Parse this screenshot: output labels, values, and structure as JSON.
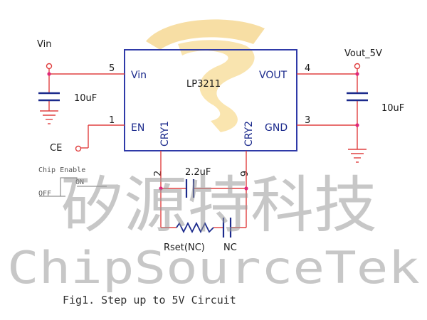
{
  "chip": {
    "name": "LP3211"
  },
  "pins": {
    "vin": {
      "num": "5",
      "name": "Vin"
    },
    "en": {
      "num": "1",
      "name": "EN"
    },
    "cry1": {
      "num": "2",
      "name": "CRY1"
    },
    "cry2": {
      "num": "6",
      "name": "CRY2"
    },
    "vout": {
      "num": "4",
      "name": "VOUT"
    },
    "gnd": {
      "num": "3",
      "name": "GND"
    }
  },
  "nets": {
    "vin": "Vin",
    "ce": "CE",
    "vout": "Vout_5V"
  },
  "components": {
    "cin": "10uF",
    "cout": "10uF",
    "cfly": "2.2uF",
    "rset": "Rset(NC)",
    "nc": "NC"
  },
  "inset": {
    "label": "Chip Enable",
    "on": "ON",
    "off": "OFF"
  },
  "watermark": {
    "cn": "矽源特科技",
    "en": "ChipSourceTek"
  },
  "caption": "Fig1. Step up to 5V Circuit",
  "colors": {
    "wire": "#e04040",
    "node": "#e0287a",
    "ic_border": "#2f3aa8",
    "component": "#1b2a8c",
    "logo": "#f0c050"
  }
}
